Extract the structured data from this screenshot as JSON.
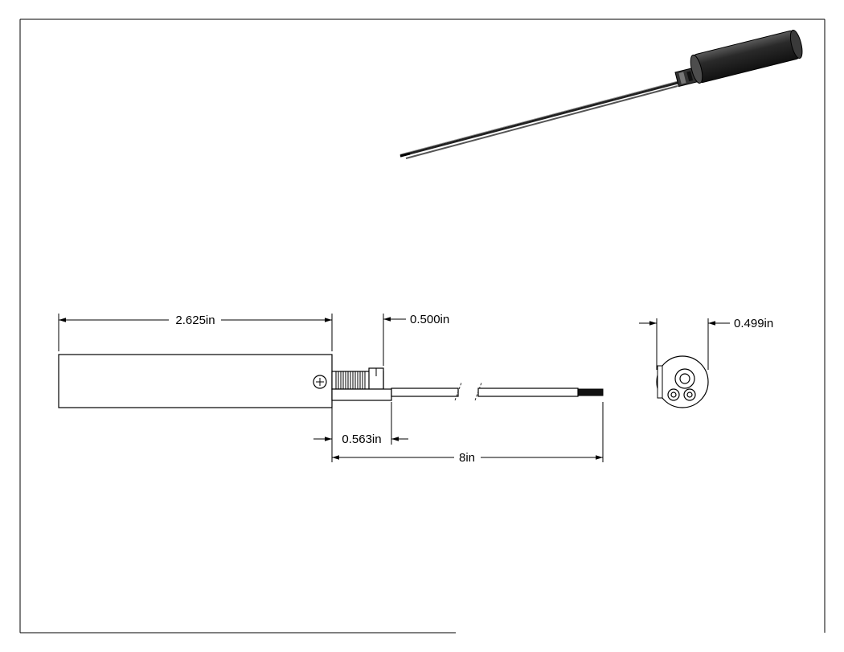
{
  "drawing": {
    "dimensions": {
      "body_length": "2.625in",
      "tip_length": "0.500in",
      "diameter": "0.499in",
      "sleeve_length": "0.563in",
      "overall_length": "8in"
    }
  }
}
